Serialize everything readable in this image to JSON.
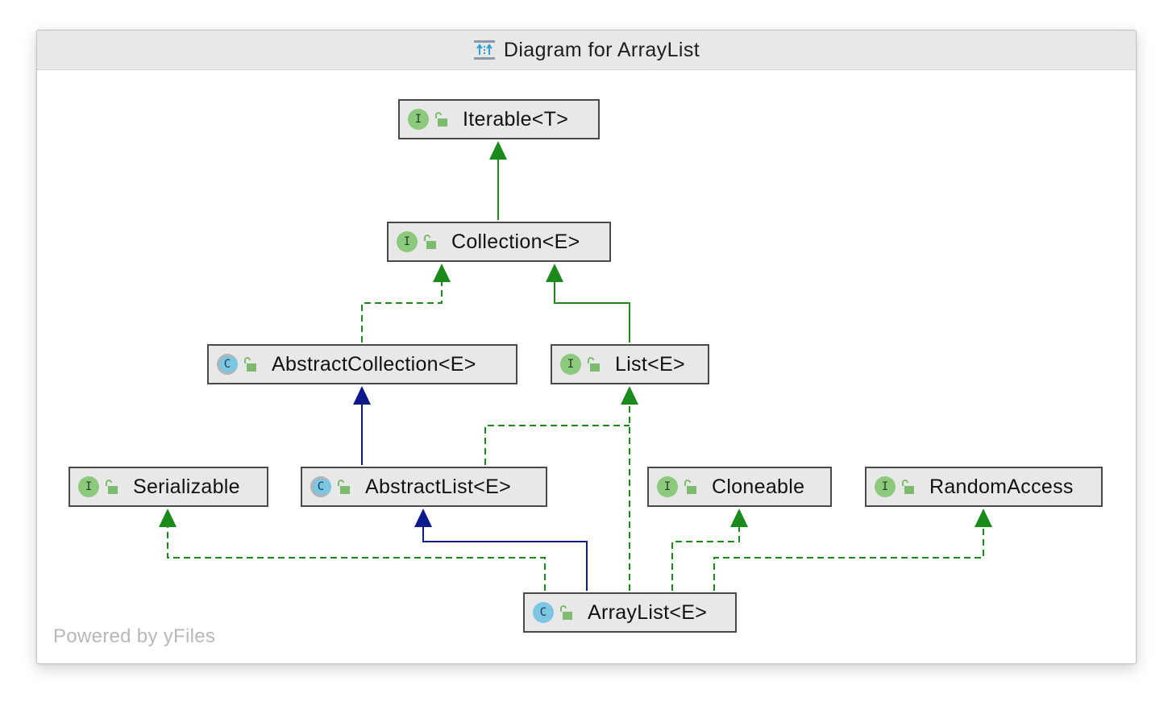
{
  "window": {
    "title": "Diagram for ArrayList",
    "title_icon": "diagram-icon"
  },
  "nodes": {
    "iterable": {
      "label": "Iterable<T>",
      "kind": "interface",
      "badge": "I",
      "icon": "interface-icon"
    },
    "collection": {
      "label": "Collection<E>",
      "kind": "interface",
      "badge": "I",
      "icon": "interface-icon"
    },
    "abstract_collection": {
      "label": "AbstractCollection<E>",
      "kind": "abstract-class",
      "badge": "C",
      "icon": "abstract-class-icon"
    },
    "list": {
      "label": "List<E>",
      "kind": "interface",
      "badge": "I",
      "icon": "interface-icon"
    },
    "serializable": {
      "label": "Serializable",
      "kind": "interface",
      "badge": "I",
      "icon": "interface-icon"
    },
    "abstract_list": {
      "label": "AbstractList<E>",
      "kind": "abstract-class",
      "badge": "C",
      "icon": "abstract-class-icon"
    },
    "cloneable": {
      "label": "Cloneable",
      "kind": "interface",
      "badge": "I",
      "icon": "interface-icon"
    },
    "random_access": {
      "label": "RandomAccess",
      "kind": "interface",
      "badge": "I",
      "icon": "interface-icon"
    },
    "array_list": {
      "label": "ArrayList<E>",
      "kind": "class",
      "badge": "C",
      "icon": "class-icon"
    }
  },
  "edges": [
    {
      "from": "Collection<E>",
      "to": "Iterable<T>",
      "type": "interface-extends",
      "style": "solid",
      "color": "#1a8a1a"
    },
    {
      "from": "AbstractCollection<E>",
      "to": "Collection<E>",
      "type": "implements",
      "style": "dashed",
      "color": "#1a8a1a"
    },
    {
      "from": "List<E>",
      "to": "Collection<E>",
      "type": "interface-extends",
      "style": "solid",
      "color": "#1a8a1a"
    },
    {
      "from": "AbstractList<E>",
      "to": "AbstractCollection<E>",
      "type": "extends",
      "style": "solid",
      "color": "#0c1a8c"
    },
    {
      "from": "AbstractList<E>",
      "to": "List<E>",
      "type": "implements",
      "style": "dashed",
      "color": "#1a8a1a"
    },
    {
      "from": "ArrayList<E>",
      "to": "List<E>",
      "type": "implements",
      "style": "dashed",
      "color": "#1a8a1a"
    },
    {
      "from": "ArrayList<E>",
      "to": "Serializable",
      "type": "implements",
      "style": "dashed",
      "color": "#1a8a1a"
    },
    {
      "from": "ArrayList<E>",
      "to": "AbstractList<E>",
      "type": "extends",
      "style": "solid",
      "color": "#0c1a8c"
    },
    {
      "from": "ArrayList<E>",
      "to": "Cloneable",
      "type": "implements",
      "style": "dashed",
      "color": "#1a8a1a"
    },
    {
      "from": "ArrayList<E>",
      "to": "RandomAccess",
      "type": "implements",
      "style": "dashed",
      "color": "#1a8a1a"
    }
  ],
  "colors": {
    "implements_edge": "#1a8a1a",
    "extends_edge": "#0c1a8c",
    "interface_badge": "#8cc97c",
    "class_badge": "#7cc6e2",
    "node_fill": "#e8e8e8"
  },
  "footer": {
    "text": "Powered by yFiles"
  }
}
